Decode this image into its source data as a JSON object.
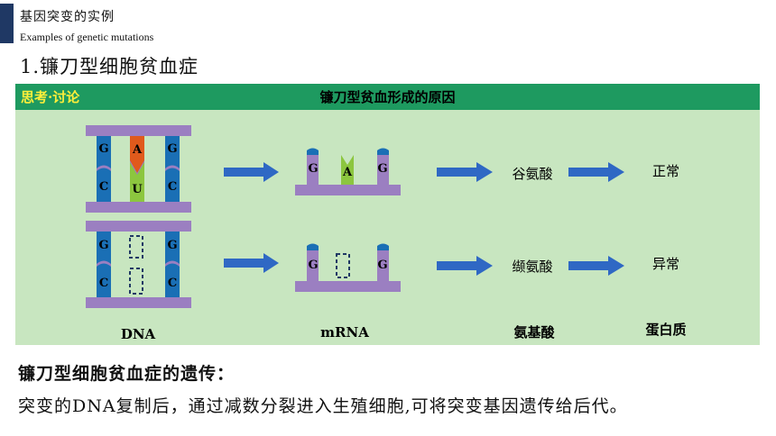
{
  "header": {
    "title_cn": "基因突变的实例",
    "title_en": "Examples of genetic mutations"
  },
  "section_title": "1.镰刀型细胞贫血症",
  "panel": {
    "tag": "思考·讨论",
    "title": "镰刀型贫血形成的原因"
  },
  "diagram": {
    "top_row": {
      "dna_left": [
        "G",
        "C"
      ],
      "dna_middle": [
        "A",
        "U"
      ],
      "dna_right": [
        "G",
        "C"
      ],
      "mrna": [
        "G",
        "A",
        "G"
      ],
      "amino_acid": "谷氨酸",
      "protein": "正常"
    },
    "bottom_row": {
      "dna_left": [
        "G",
        "C"
      ],
      "dna_right": [
        "G",
        "C"
      ],
      "mrna": [
        "G",
        "G"
      ],
      "amino_acid": "缬氨酸",
      "protein": "异常"
    },
    "column_labels": [
      "DNA",
      "mRNA",
      "氨基酸",
      "蛋白质"
    ]
  },
  "colors": {
    "accent": "#1f3864",
    "panel_bg": "#c8e6c0",
    "panel_header": "#1e9a60",
    "tag_text": "#ffef3a",
    "backbone": "#9b7fc1",
    "base_blue": "#1a6fb5",
    "base_orange": "#e05a1c",
    "base_green": "#8cc63f",
    "arrow": "#2f68c4"
  },
  "bottom": {
    "heading": "镰刀型细胞贫血症的遗传：",
    "text": "突变的DNA复制后，通过减数分裂进入生殖细胞,可将突变基因遗传给后代。"
  }
}
